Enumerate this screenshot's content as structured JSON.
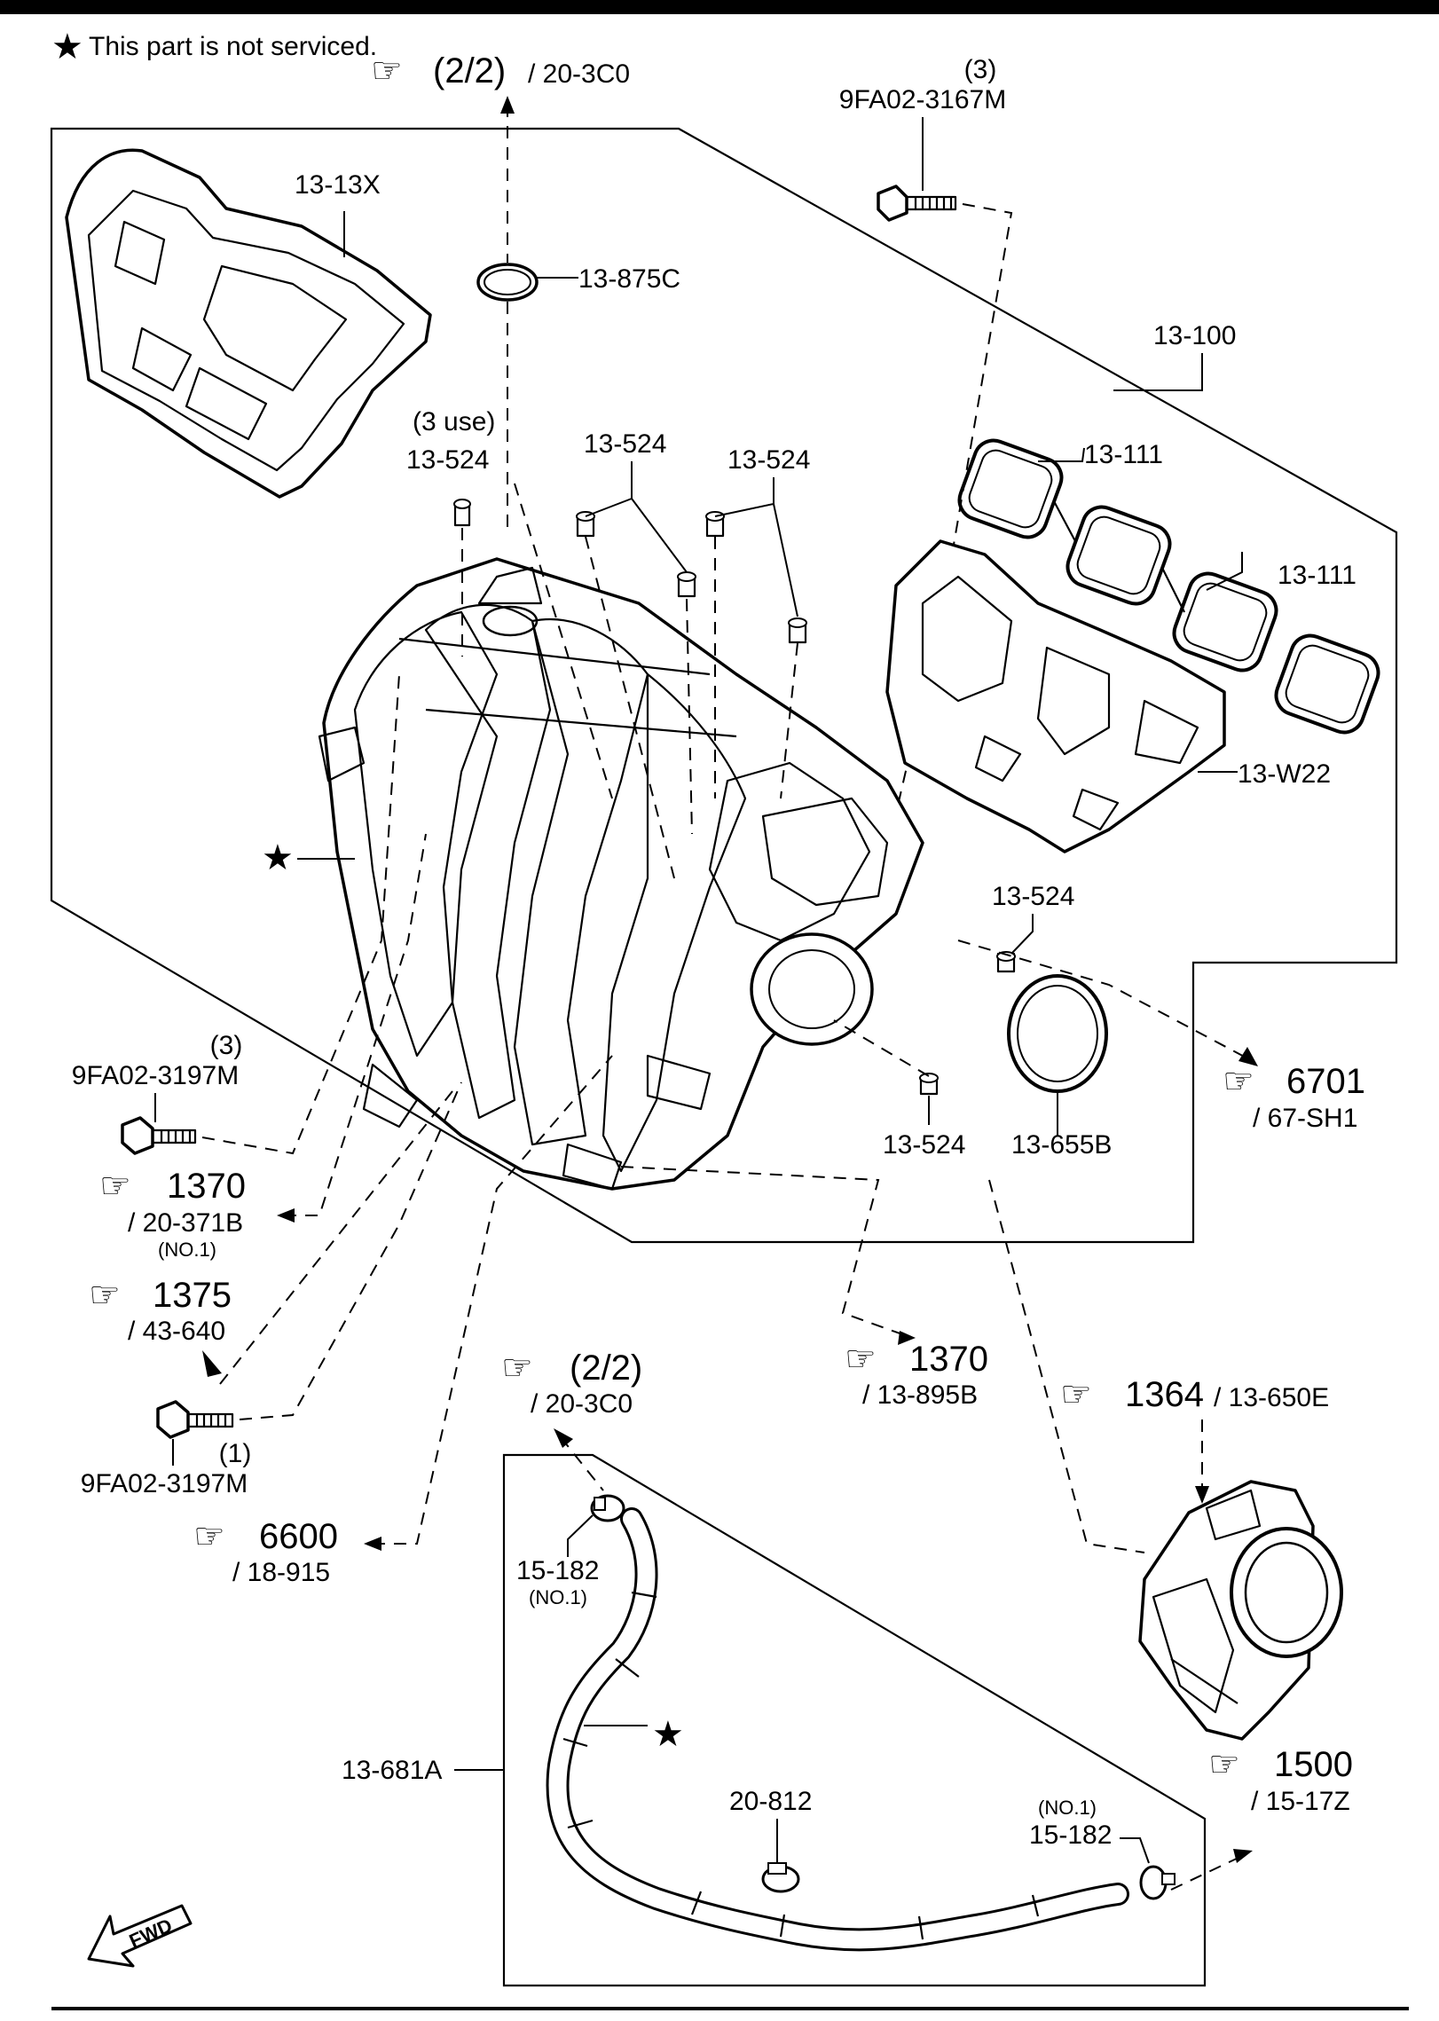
{
  "note": {
    "star": "★",
    "text": "This part is not serviced."
  },
  "references": {
    "top_center": {
      "page": "(2/2)",
      "code": "/ 20-3C0"
    },
    "right_6701": {
      "page": "6701",
      "code": "/ 67-SH1"
    },
    "left_1370": {
      "page": "1370",
      "code": "/ 20-371B",
      "sub": "(NO.1)"
    },
    "left_1375": {
      "page": "1375",
      "code": "/ 43-640"
    },
    "center_1370": {
      "page": "1370",
      "code": "/ 13-895B"
    },
    "hose_22": {
      "page": "(2/2)",
      "code": "/ 20-3C0"
    },
    "right_1364": {
      "page": "1364",
      "code": "/ 13-650E"
    },
    "left_6600": {
      "page": "6600",
      "code": "/ 18-915"
    },
    "right_1500": {
      "page": "1500",
      "code": "/ 15-17Z"
    }
  },
  "parts": {
    "bolt_top": {
      "qty": "(3)",
      "code": "9FA02-3167M"
    },
    "cover": "13-13X",
    "oring": "13-875C",
    "manifold": "13-100",
    "gasket_a": "13-111",
    "gasket_b": "13-111",
    "stud_use": "(3 use)",
    "stud_a": "13-524",
    "stud_b": "13-524",
    "stud_c": "13-524",
    "stud_d": "13-524",
    "stud_e": "13-524",
    "insulator": "13-W22",
    "throttle_gasket": "13-655B",
    "bolt_left": {
      "qty": "(3)",
      "code": "9FA02-3197M"
    },
    "bolt_lower": {
      "qty": "(1)",
      "code": "9FA02-3197M"
    },
    "clamp_top": {
      "code": "15-182",
      "sub": "(NO.1)"
    },
    "clamp_right": {
      "code": "15-182",
      "sub": "(NO.1)"
    },
    "hose": "13-681A",
    "clip": "20-812"
  },
  "fwd_label": "FWD",
  "star_symbol": "★"
}
